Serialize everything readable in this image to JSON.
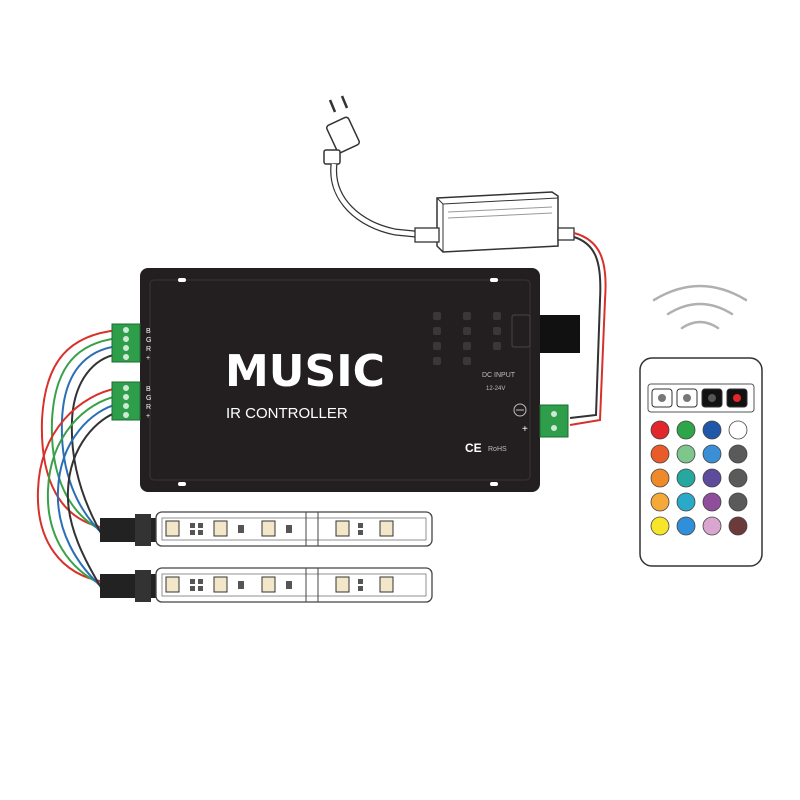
{
  "controller": {
    "logo_text": "MUSIC",
    "subtitle": "IR CONTROLLER",
    "dc_input_label": "DC INPUT",
    "voltage_label": "12-24V",
    "ce_mark": "CE",
    "cert_mark": "RoHS",
    "color": "#231f20"
  },
  "terminals": {
    "group1_labels": [
      "B",
      "G",
      "R",
      "+"
    ],
    "group2_labels": [
      "B",
      "G",
      "R",
      "+"
    ],
    "color": "#2e9e4a"
  },
  "wires": {
    "red": "#d8312b",
    "green": "#38a14a",
    "blue": "#2a6fb5",
    "white": "#ffffff"
  },
  "remote": {
    "function_icons": [
      "brightness-up-icon",
      "brightness-down-icon",
      "pause-icon",
      "power-icon"
    ],
    "color_rows": [
      [
        "#e1262c",
        "#2fa549",
        "#2157a8",
        "#ffffff"
      ],
      [
        "#ea5b2a",
        "#7fc68c",
        "#3a8fd6",
        "#5a5a5a"
      ],
      [
        "#ef8a2a",
        "#26a8a0",
        "#5d4b9b",
        "#5a5a5a"
      ],
      [
        "#f4a93a",
        "#2aa9c9",
        "#8e4e9c",
        "#5a5a5a"
      ],
      [
        "#f7e52a",
        "#2f8fd8",
        "#d9a6cf",
        "#6b3a3a"
      ]
    ]
  }
}
